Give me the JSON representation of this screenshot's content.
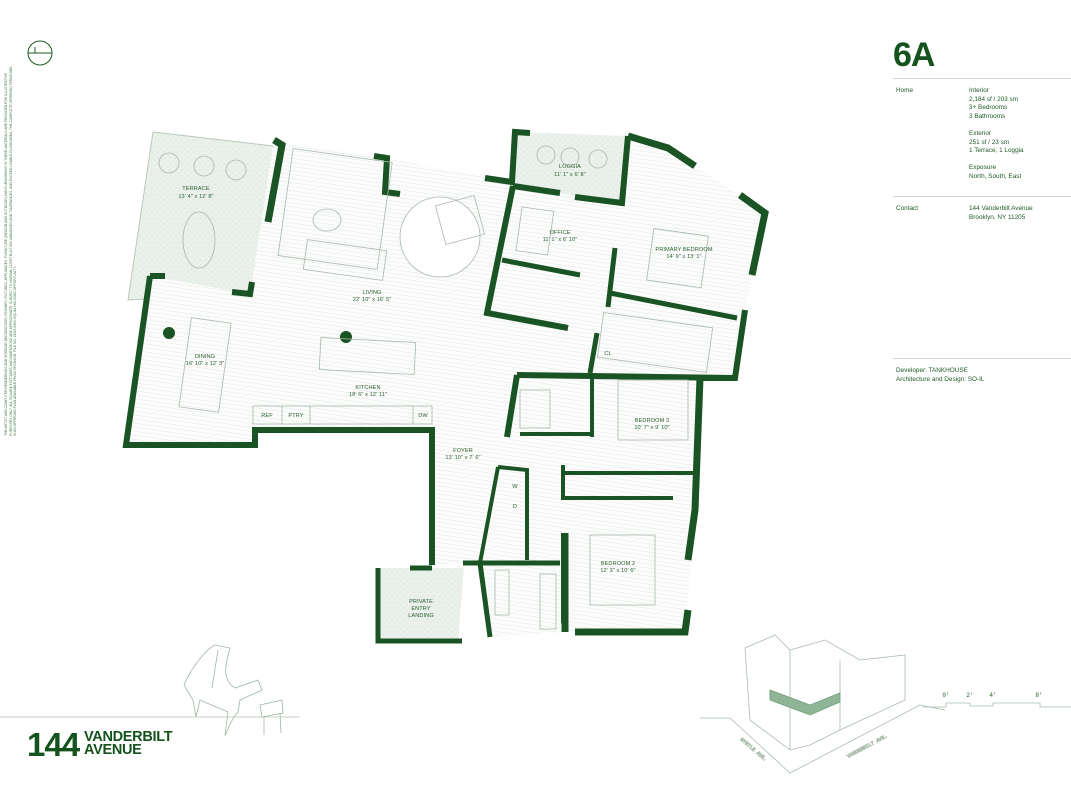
{
  "unit": {
    "title": "6A",
    "home_label": "Home",
    "interior_label": "Interior",
    "interior_area": "2,184 sf  / 203 sm",
    "bedrooms": "3+ Bedrooms",
    "bathrooms": "3 Bathrooms",
    "exterior_label": "Exterior",
    "exterior_area": "251 sf / 23 sm",
    "exterior_spaces": "1 Terrace, 1 Loggia",
    "exposure_label": "Exposure",
    "exposure": "North, South, East",
    "contact_label": "Contact",
    "contact_line1": "144 Vanderbilt Avenue",
    "contact_line2": "Brooklyn, NY 11205",
    "developer": "Developer: TANKHOUSE",
    "architect": "Architecture and Design: SO-IL"
  },
  "rooms": {
    "terrace": {
      "name": "TERRACE",
      "dim": "13' 4\" x 12' 8\""
    },
    "living": {
      "name": "LIVING",
      "dim": "22' 10\" x 16' 5\""
    },
    "loggia": {
      "name": "LOGGIA",
      "dim": "11' 1\" x 6' 8\""
    },
    "office": {
      "name": "OFFICE",
      "dim": "11' 1\" x 6' 10\""
    },
    "primary": {
      "name": "PRIMARY BEDROOM",
      "dim": "14' 9\" x 13' 1\""
    },
    "closet": {
      "name": "CL"
    },
    "dining": {
      "name": "DINING",
      "dim": "16' 10\" x 12' 3\""
    },
    "kitchen": {
      "name": "KITCHEN",
      "dim": "18' 6\" x 12' 11\""
    },
    "foyer": {
      "name": "FOYER",
      "dim": "13' 10\" x 7' 6\""
    },
    "bedroom3": {
      "name": "BEDROOM 3",
      "dim": "10' 7\" x 9' 10\""
    },
    "bedroom2": {
      "name": "BEDROOM 2",
      "dim": "12' 3\" x 10' 6\""
    },
    "landing": {
      "line1": "PRIVATE",
      "line2": "ENTRY",
      "line3": "LANDING"
    },
    "appliances": {
      "ref": "REF",
      "ptry": "PTRY",
      "dw": "DW",
      "washer": "W",
      "dryer": "D"
    }
  },
  "scale": {
    "t0": "0'",
    "t1": "2'",
    "t2": "4'",
    "t3": "8'"
  },
  "streets": {
    "myrtle": "MYRTLE AVE.",
    "vanderbilt": "VANDERBILT AVE."
  },
  "logo": {
    "number": "144",
    "line1": "VANDERBILT",
    "line2": "AVENUE"
  },
  "disclaimer": "The artist and computer renderings and interior decorations, finishes, fixtures, appliances, furniture (indoor and outdoor) and furnishings in these materials are provided for illustrative purposes only. All square footages and dimensions are approximate, subject to normal construction variances and tolerances, and exceed usable floor area. The complete offering terms are in an offering plan available from sponsor. File no. CD23-0063. Equal housing opportunity.",
  "colors": {
    "wall": "#1b5424",
    "text": "#1d5a26",
    "hatch": "#d5dfd6",
    "exterior": "#e8eee8"
  },
  "icons": {
    "compass": "north-arrow-icon",
    "piano": "piano-illustration",
    "building": "building-axonometric"
  }
}
